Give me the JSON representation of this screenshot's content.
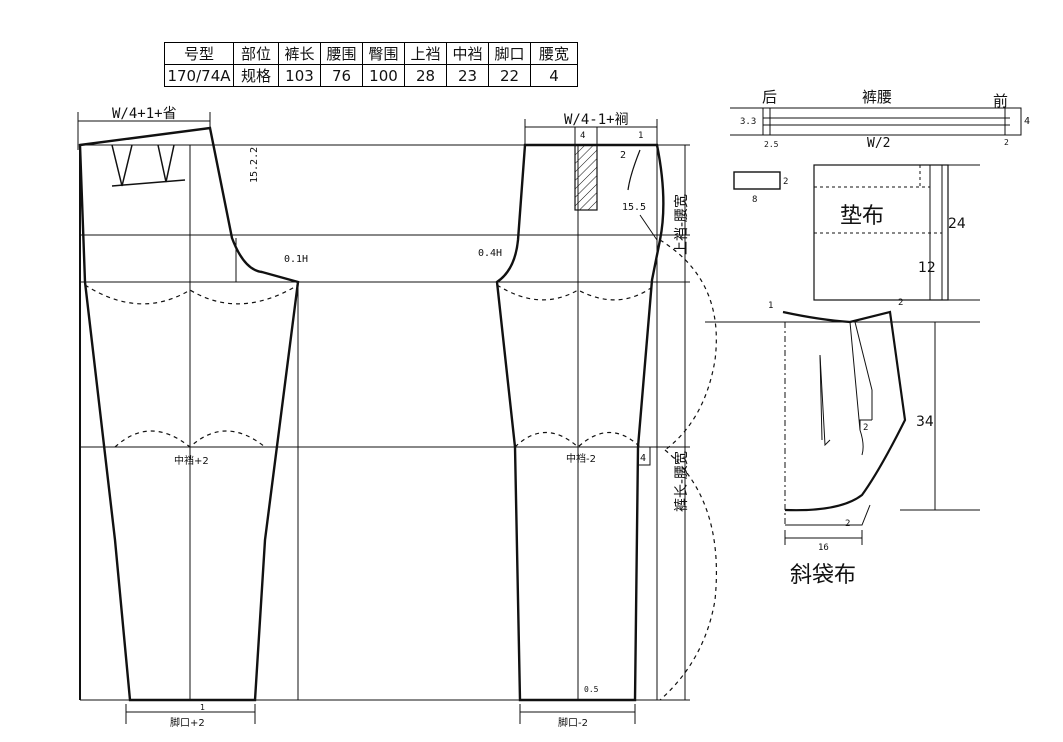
{
  "spec_table": {
    "headers": [
      "号型",
      "部位",
      "裤长",
      "腰围",
      "臀围",
      "上裆",
      "中裆",
      "脚口",
      "腰宽"
    ],
    "values": [
      "170/74A",
      "规格",
      "103",
      "76",
      "100",
      "28",
      "23",
      "22",
      "4"
    ]
  },
  "back_panel": {
    "top_formula": "W/4+1+省",
    "dim_top_right": "15.2.2",
    "crotch_extension": "0.1H",
    "knee_label": "中裆+2",
    "hem_label": "脚口+2",
    "hem_small": "1"
  },
  "front_panel": {
    "top_formula": "W/4-1+裥",
    "pleat_width": "4",
    "offset_top": "1",
    "label_2": "2",
    "label_15_5": "15.5",
    "crotch_extension": "0.4H",
    "knee_label": "中裆-2",
    "hem_label": "脚口-2",
    "hem_small": "0.5",
    "side_label_upper": "上裆-腰宽",
    "side_label_lower": "裤长-腰宽",
    "side_small": "4"
  },
  "waistband": {
    "title": "裤腰",
    "left": "后",
    "right": "前",
    "left_dim": "3.3",
    "right_dim": "4",
    "bottom_left": "2.5",
    "bottom_right": "2",
    "formula": "W/2"
  },
  "belt_loop": {
    "width": "8",
    "height": "2"
  },
  "facing": {
    "title": "垫布",
    "height": "24",
    "inner": "12"
  },
  "pocket_bag": {
    "title": "斜袋布",
    "height": "34",
    "width": "16",
    "p1": "1",
    "p2": "2",
    "p3": "2",
    "p4": "2"
  }
}
